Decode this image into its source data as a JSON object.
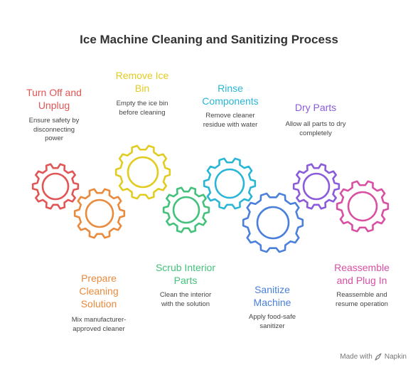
{
  "title": "Ice Machine Cleaning and Sanitizing Process",
  "steps": [
    {
      "title": "Turn Off and\nUnplug",
      "desc": "Ensure safety by\ndisconnecting\npower",
      "color": "#e25555"
    },
    {
      "title": "Prepare\nCleaning\nSolution",
      "desc": "Mix manufacturer-\napproved cleaner",
      "color": "#e98a3c"
    },
    {
      "title": "Remove Ice\nBin",
      "desc": "Empty the ice bin\nbefore cleaning",
      "color": "#e3cc22"
    },
    {
      "title": "Scrub Interior\nParts",
      "desc": "Clean the interior\nwith the solution",
      "color": "#44c17b"
    },
    {
      "title": "Rinse\nComponents",
      "desc": "Remove cleaner\nresidue with water",
      "color": "#29b6d6"
    },
    {
      "title": "Sanitize\nMachine",
      "desc": "Apply food-safe\nsanitizer",
      "color": "#4a7fdc"
    },
    {
      "title": "Dry Parts",
      "desc": "Allow all parts to dry\ncompletely",
      "color": "#8a5cdb"
    },
    {
      "title": "Reassemble\nand Plug In",
      "desc": "Reassemble and\nresume operation",
      "color": "#d94fa3"
    }
  ],
  "credit": {
    "prefix": "Made with",
    "brand": "Napkin"
  }
}
